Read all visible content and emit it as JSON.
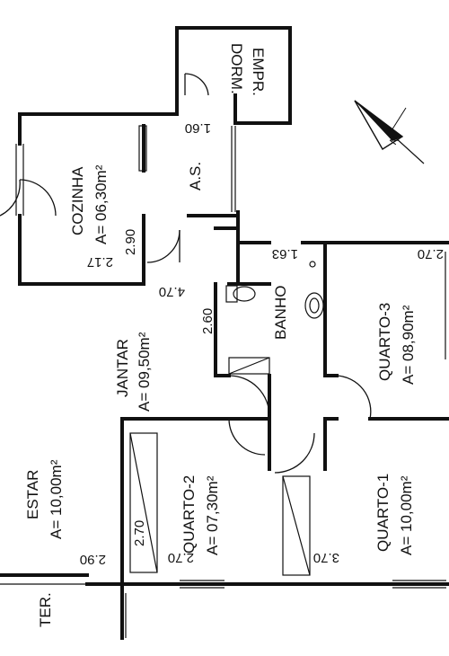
{
  "rooms": {
    "dorm_empr": {
      "line1": "DORM.",
      "line2": "EMPR."
    },
    "cozinha": {
      "name": "COZINHA",
      "area": "A= 06,30m²"
    },
    "as": {
      "name": "A.S."
    },
    "banho": {
      "name": "BANHO"
    },
    "quarto3": {
      "name": "QUARTO-3",
      "area": "A= 08,90m²"
    },
    "jantar": {
      "name": "JANTAR",
      "area": "A= 09,50m²"
    },
    "estar": {
      "name": "ESTAR",
      "area": "A= 10,00m²"
    },
    "quarto2": {
      "name": "QUARTO-2",
      "area": "A= 07,30m²"
    },
    "quarto1": {
      "name": "QUARTO-1",
      "area": "A= 10,00m²"
    },
    "ter": {
      "name": "TER."
    }
  },
  "dimensions": {
    "as_width": "1.60",
    "cozinha_width": "2.90",
    "cozinha_length": "2.17",
    "banho_width": "1.63",
    "quarto3_width": "2.70",
    "jantar_length": "4.70",
    "banho_length": "2.60",
    "quarto2_length": "2.70",
    "quarto2_width": "2.70",
    "estar_width": "2.90",
    "quarto1_width": "3.70"
  },
  "colors": {
    "ink": "#111111",
    "background": "#ffffff"
  },
  "icons": {
    "north_arrow": "north-arrow-icon"
  }
}
